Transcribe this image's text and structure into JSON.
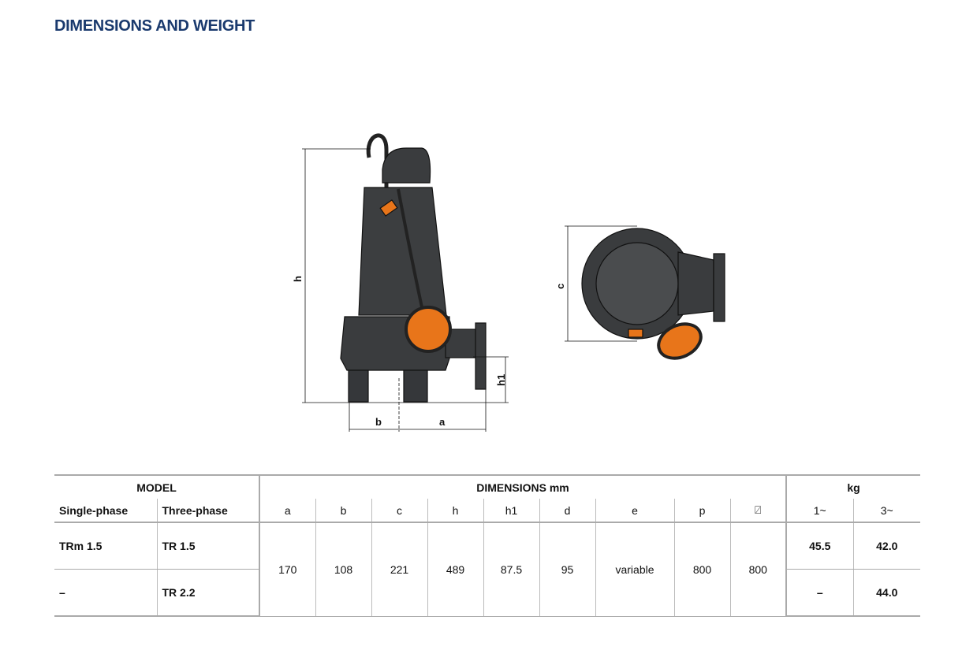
{
  "title": "DIMENSIONS AND WEIGHT",
  "drawing": {
    "labels": {
      "h": "h",
      "h1": "h1",
      "a": "a",
      "b": "b",
      "c": "c"
    }
  },
  "table": {
    "group_model": "MODEL",
    "group_dims": "DIMENSIONS mm",
    "group_kg": "kg",
    "col_single": "Single-phase",
    "col_three": "Three-phase",
    "dim_cols": [
      "a",
      "b",
      "c",
      "h",
      "h1",
      "d",
      "e",
      "p",
      "⍁"
    ],
    "kg_cols": [
      "1~",
      "3~"
    ],
    "rows": [
      {
        "single": "TRm 1.5",
        "three": "TR 1.5",
        "kg1": "45.5",
        "kg3": "42.0"
      },
      {
        "single": "–",
        "three": "TR 2.2",
        "kg1": "–",
        "kg3": "44.0"
      }
    ],
    "dims": [
      "170",
      "108",
      "221",
      "489",
      "87.5",
      "95",
      "variable",
      "800",
      "800"
    ]
  }
}
